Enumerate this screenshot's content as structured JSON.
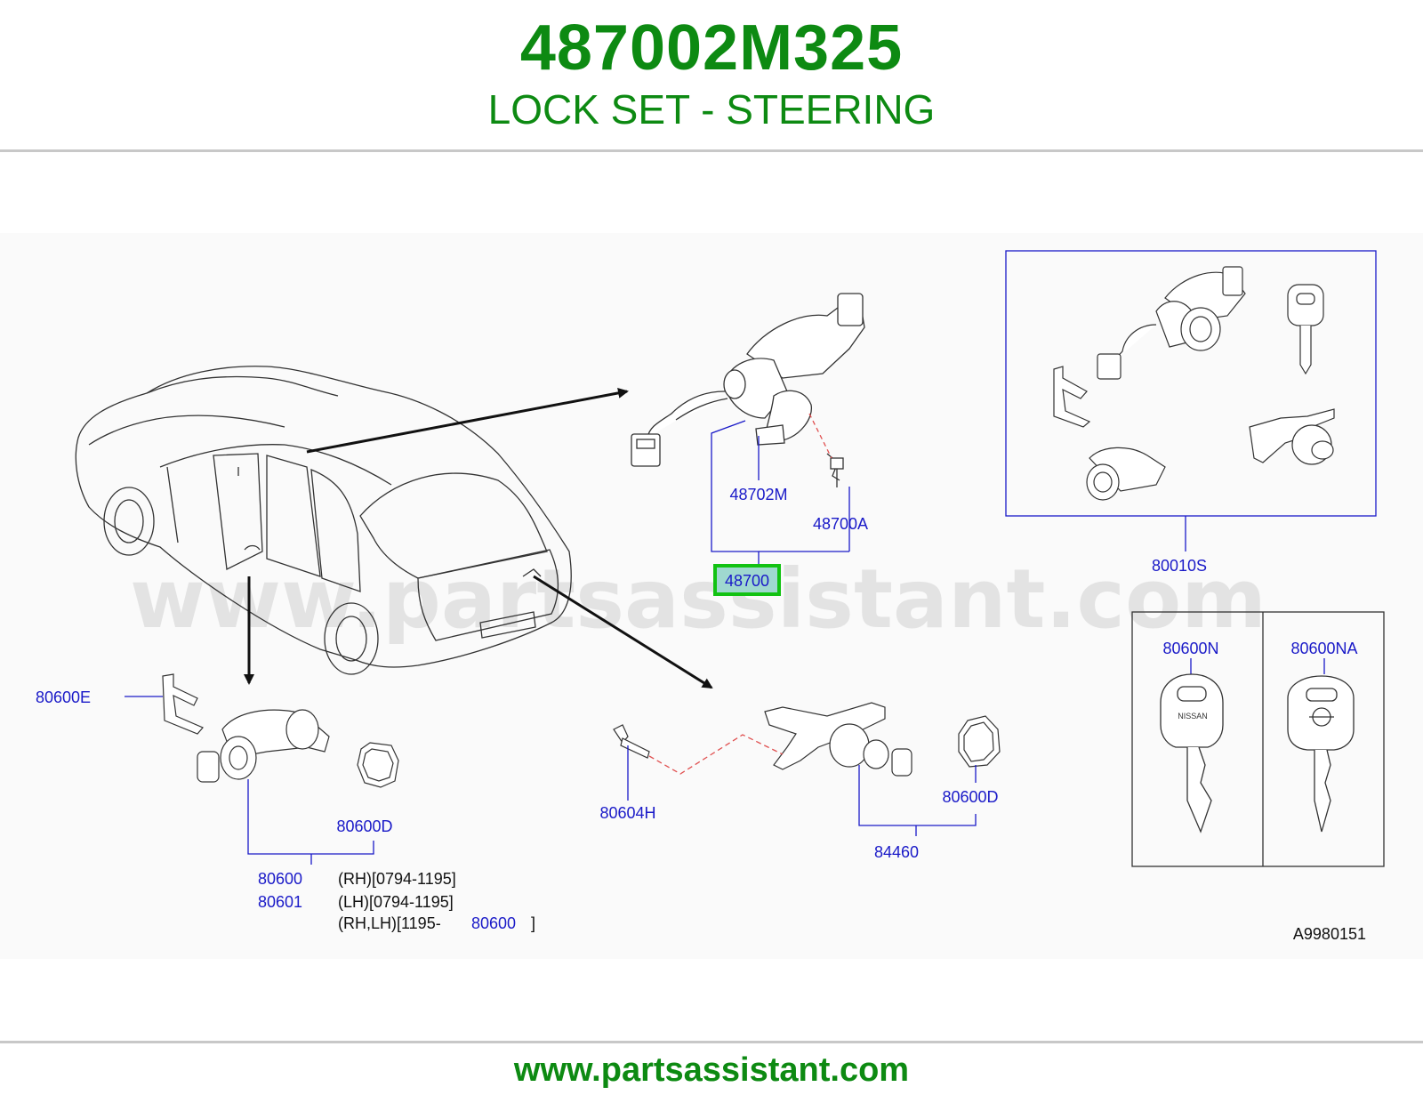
{
  "header": {
    "part_number": "487002M325",
    "part_name": "LOCK SET - STEERING"
  },
  "watermark": "www.partsassistant.com",
  "footer": {
    "url": "www.partsassistant.com"
  },
  "callouts": {
    "c48702M": "48702M",
    "c48700A": "48700A",
    "c48700": "48700",
    "c80010S": "80010S",
    "c80600N": "80600N",
    "c80600NA": "80600NA",
    "c80600E": "80600E",
    "c80600D_left": "80600D",
    "c80604H": "80604H",
    "c80600D_right": "80600D",
    "c84460": "84460",
    "c80600": "80600",
    "c80601": "80601",
    "c80600_ref": "80600"
  },
  "notes": {
    "rh": "(RH)[0794-1195]",
    "lh": "(LH)[0794-1195]",
    "rhlh": "(RH,LH)[1195-",
    "close_bracket": "]"
  },
  "key_brand": "NISSAN",
  "diagram_code": "A9980151",
  "colors": {
    "title_green": "#0d8a12",
    "callout_blue": "#1a1ac8",
    "highlight_green": "#12c212",
    "highlight_fill": "#9fd8cf",
    "leader_red": "#e05050"
  }
}
